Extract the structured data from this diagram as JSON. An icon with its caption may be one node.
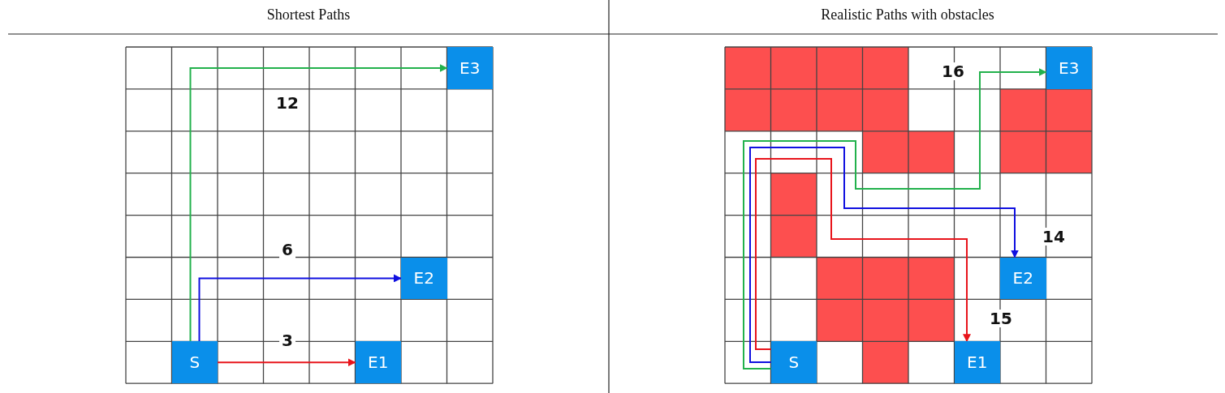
{
  "diagram": {
    "nodes": [
      {
        "text": [
          "S"
        ]
      },
      {
        "text": [
          "E1"
        ]
      },
      {
        "text": [
          "E2"
        ]
      },
      {
        "text": [
          "E3"
        ]
      },
      {
        "text": [
          "S"
        ]
      },
      {
        "text": [
          "E1"
        ]
      },
      {
        "text": [
          "E2"
        ]
      },
      {
        "text": [
          "E3"
        ]
      }
    ],
    "edges": [
      {
        "from": 0,
        "to": 1,
        "arrow": "to",
        "label": "3",
        "color": "#e8141b"
      },
      {
        "from": 0,
        "to": 2,
        "arrow": "to",
        "label": "6",
        "color": "#1010e0"
      },
      {
        "from": 0,
        "to": 3,
        "arrow": "to",
        "label": "12",
        "color": "#22b14c"
      },
      {
        "from": 4,
        "to": 5,
        "arrow": "to",
        "label": "15",
        "color": "#e8141b"
      },
      {
        "from": 4,
        "to": 6,
        "arrow": "to",
        "label": "14",
        "color": "#1010e0"
      },
      {
        "from": 4,
        "to": 7,
        "arrow": "to",
        "label": "16",
        "color": "#22b14c"
      }
    ],
    "labels": [
      "Shortest Paths",
      "Realistic Paths with obstacles"
    ]
  }
}
